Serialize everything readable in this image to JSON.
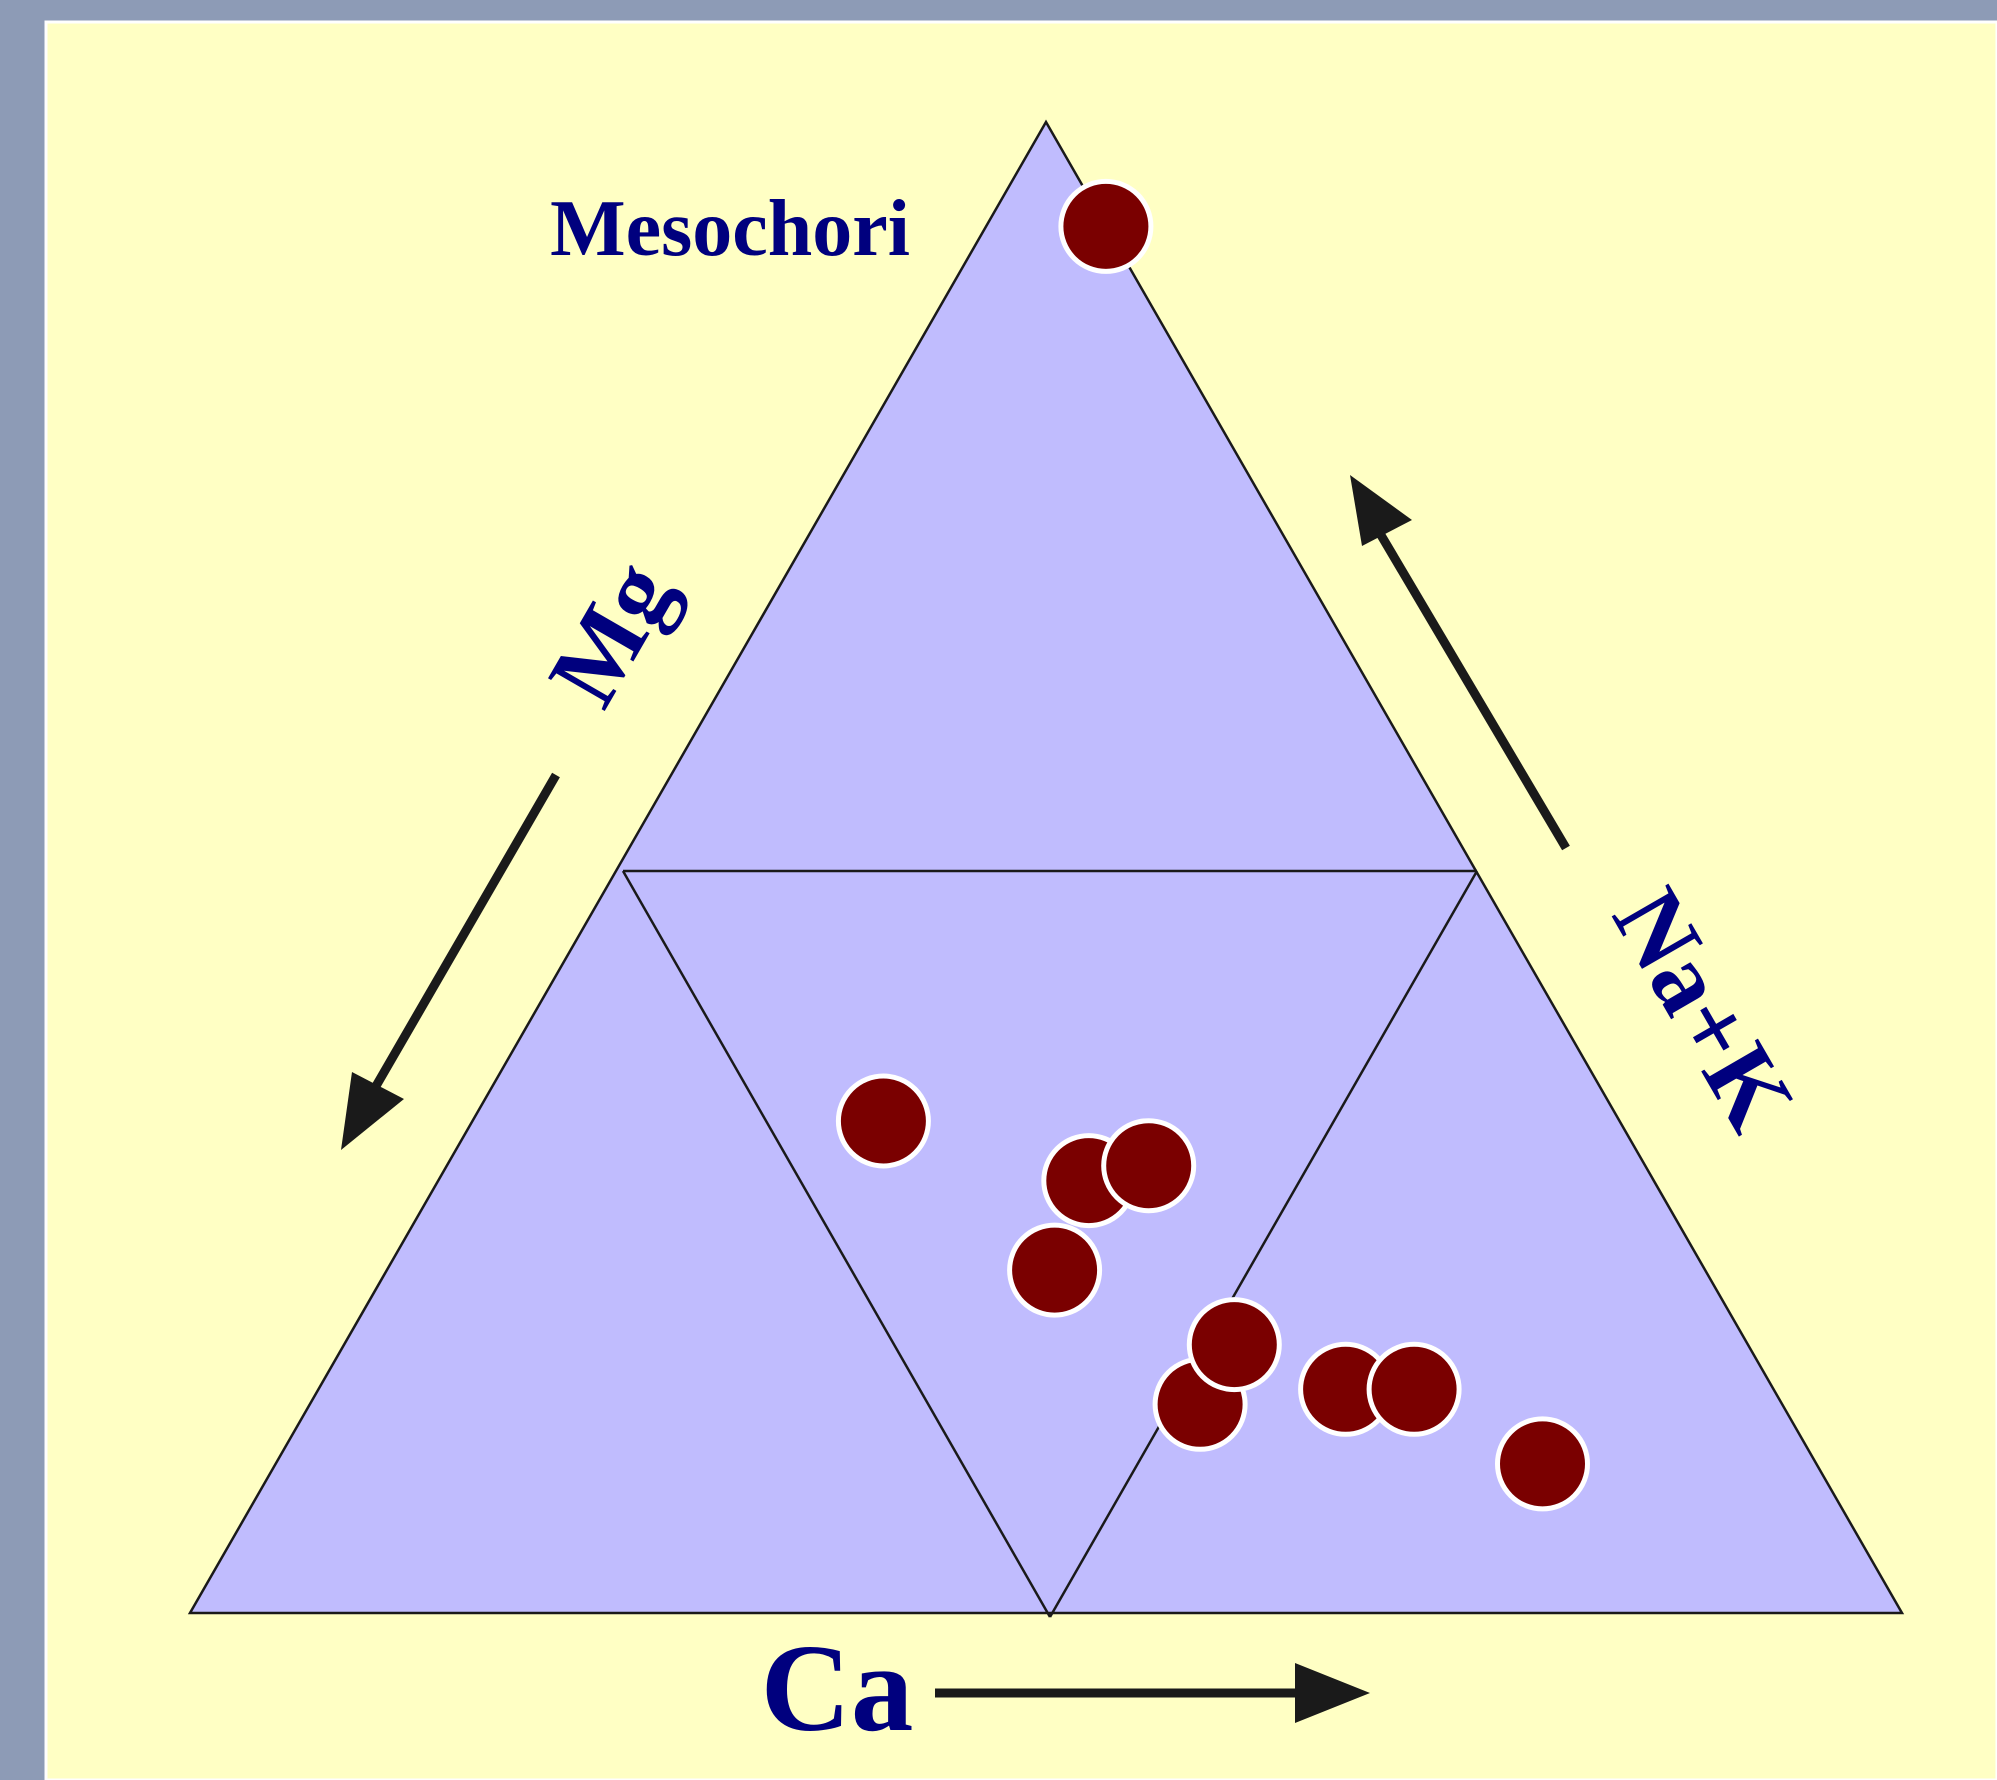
{
  "diagram": {
    "type": "ternary-plot",
    "colors": {
      "outer_background": "#8d9bb6",
      "panel_background": "#ffffc4",
      "triangle_fill": "#c0bcfe",
      "triangle_stroke": "#1a1a1a",
      "point_fill": "#7a0000",
      "point_stroke": "#ffffff",
      "label_color": "#00007e",
      "arrow_color": "#1a1a1a"
    },
    "labels": {
      "mg": "Mg",
      "na_k": "Na+K",
      "ca": "Ca",
      "mesochori": "Mesochori"
    }
  },
  "chart_data": {
    "type": "scatter",
    "title": "",
    "axes": [
      "Ca",
      "Mg",
      "Na+K"
    ],
    "units": "fraction",
    "points": [
      {
        "label": "Mesochori",
        "ca": 0.0,
        "mg": 0.93,
        "na_k": 0.07
      },
      {
        "label": "",
        "ca": 0.43,
        "mg": 0.33,
        "na_k": 0.24
      },
      {
        "label": "",
        "ca": 0.34,
        "mg": 0.14,
        "na_k": 0.52
      },
      {
        "label": "",
        "ca": 0.38,
        "mg": 0.23,
        "na_k": 0.39
      },
      {
        "label": "",
        "ca": 0.33,
        "mg": 0.29,
        "na_k": 0.38
      },
      {
        "label": "",
        "ca": 0.29,
        "mg": 0.3,
        "na_k": 0.41
      },
      {
        "label": "",
        "ca": 0.3,
        "mg": 0.18,
        "na_k": 0.52
      },
      {
        "label": "",
        "ca": 0.25,
        "mg": 0.15,
        "na_k": 0.6
      },
      {
        "label": "",
        "ca": 0.21,
        "mg": 0.15,
        "na_k": 0.64
      },
      {
        "label": "",
        "ca": 0.16,
        "mg": 0.1,
        "na_k": 0.74
      }
    ]
  }
}
